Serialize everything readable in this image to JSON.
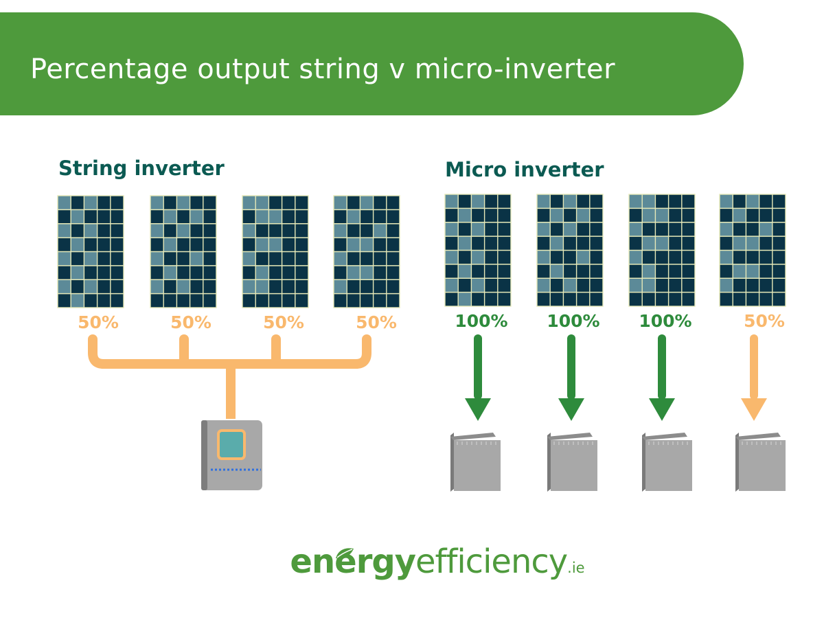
{
  "header": {
    "title": "Percentage output string v micro-inverter"
  },
  "string_inverter": {
    "title": "String inverter",
    "panels": [
      {
        "output_label": "50%",
        "output": 50,
        "status": "reduced"
      },
      {
        "output_label": "50%",
        "output": 50,
        "status": "reduced"
      },
      {
        "output_label": "50%",
        "output": 50,
        "status": "reduced"
      },
      {
        "output_label": "50%",
        "output": 50,
        "status": "reduced"
      }
    ]
  },
  "micro_inverter": {
    "title": "Micro inverter",
    "panels": [
      {
        "output_label": "100%",
        "output": 100,
        "status": "full"
      },
      {
        "output_label": "100%",
        "output": 100,
        "status": "full"
      },
      {
        "output_label": "100%",
        "output": 100,
        "status": "full"
      },
      {
        "output_label": "50%",
        "output": 50,
        "status": "reduced"
      }
    ]
  },
  "brand": {
    "part1": "energy",
    "part2": "efficiency",
    "part3": ".ie"
  },
  "colors": {
    "banner_green": "#4e9a3c",
    "heading_teal": "#0b5a52",
    "reduced_orange": "#f9b86d",
    "full_green": "#2e8b3c",
    "panel_dark": "#0a3346",
    "panel_light": "#5c8a98",
    "panel_grid": "#e6e9b8",
    "inverter_gray": "#a8a8a8",
    "inverter_screen": "#5aacab"
  },
  "icons": {
    "panel": "solar-panel-icon",
    "string_inverter": "string-inverter-icon",
    "micro_inverter": "micro-inverter-icon",
    "arrow": "arrow-down-icon",
    "leaf": "leaf-icon"
  }
}
